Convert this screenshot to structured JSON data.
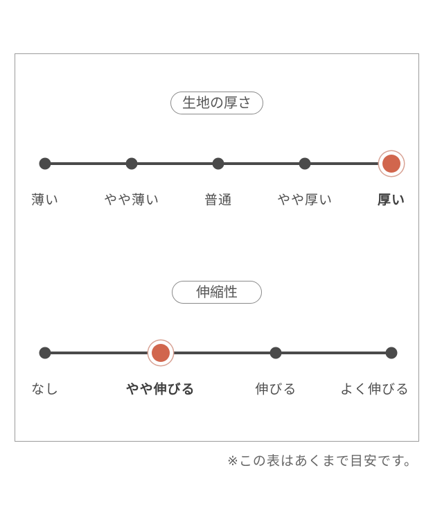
{
  "figure": {
    "note": "※この表はあくまで目安です。"
  },
  "colors": {
    "accent": "#d1664d",
    "accent_ring": "#d8a294",
    "track": "#4a4a4a",
    "panel_border": "#9b9b9b"
  },
  "scales": [
    {
      "title": "生地の厚さ",
      "selected": "厚い",
      "options": [
        {
          "label": "薄い",
          "selected": false
        },
        {
          "label": "やや薄い",
          "selected": false
        },
        {
          "label": "普通",
          "selected": false
        },
        {
          "label": "やや厚い",
          "selected": false
        },
        {
          "label": "厚い",
          "selected": true
        }
      ]
    },
    {
      "title": "伸縮性",
      "selected": "やや伸びる",
      "options": [
        {
          "label": "なし",
          "selected": false
        },
        {
          "label": "やや伸びる",
          "selected": true
        },
        {
          "label": "伸びる",
          "selected": false
        },
        {
          "label": "よく伸びる",
          "selected": false
        }
      ]
    }
  ]
}
